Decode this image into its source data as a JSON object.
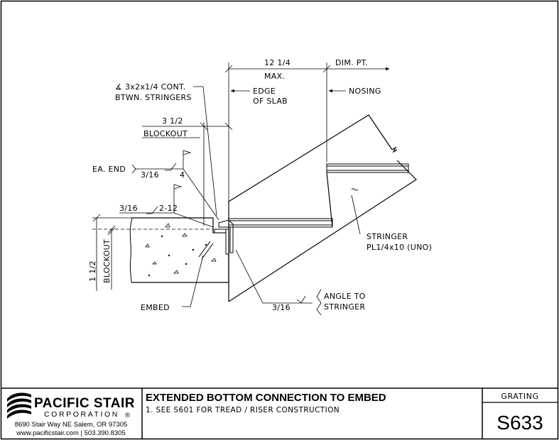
{
  "drawing": {
    "labels": {
      "dim_top": "12 1/4",
      "dim_max": "MAX.",
      "dim_pt": "DIM. PT.",
      "edge_of_slab_1": "EDGE",
      "edge_of_slab_2": "OF SLAB",
      "nosing": "NOSING",
      "angle_1": "∡ 3x2x1/4 CONT.",
      "angle_2": "BTWN. STRINGERS",
      "blockout_top_dim": "3 1/2",
      "blockout_top": "BLOCKOUT",
      "ea_end": "EA. END",
      "weld_1_size": "3/16",
      "weld_1_len": "4",
      "weld_2_size": "3/16",
      "weld_2_len": "2-12",
      "stringer_1": "STRINGER",
      "stringer_2": "PL1/4x10 (UNO)",
      "blockout_side_dim": "1 1/2",
      "blockout_side": "BLOCKOUT",
      "embed": "EMBED",
      "weld_3_size": "3/16",
      "angle_to_1": "ANGLE TO",
      "angle_to_2": "STRINGER"
    }
  },
  "title_block": {
    "company": "PACIFIC STAIR",
    "corporation": "CORPORATION",
    "registered": "®",
    "address": "8690 Stair Way NE Salem, OR 97305",
    "contact": "www.pacificstair.com  |  503.390.8305",
    "title": "EXTENDED BOTTOM CONNECTION TO EMBED",
    "note": "1.  SEE S601 FOR TREAD / RISER CONSTRUCTION",
    "category": "GRATING",
    "sheet_number": "S633"
  }
}
